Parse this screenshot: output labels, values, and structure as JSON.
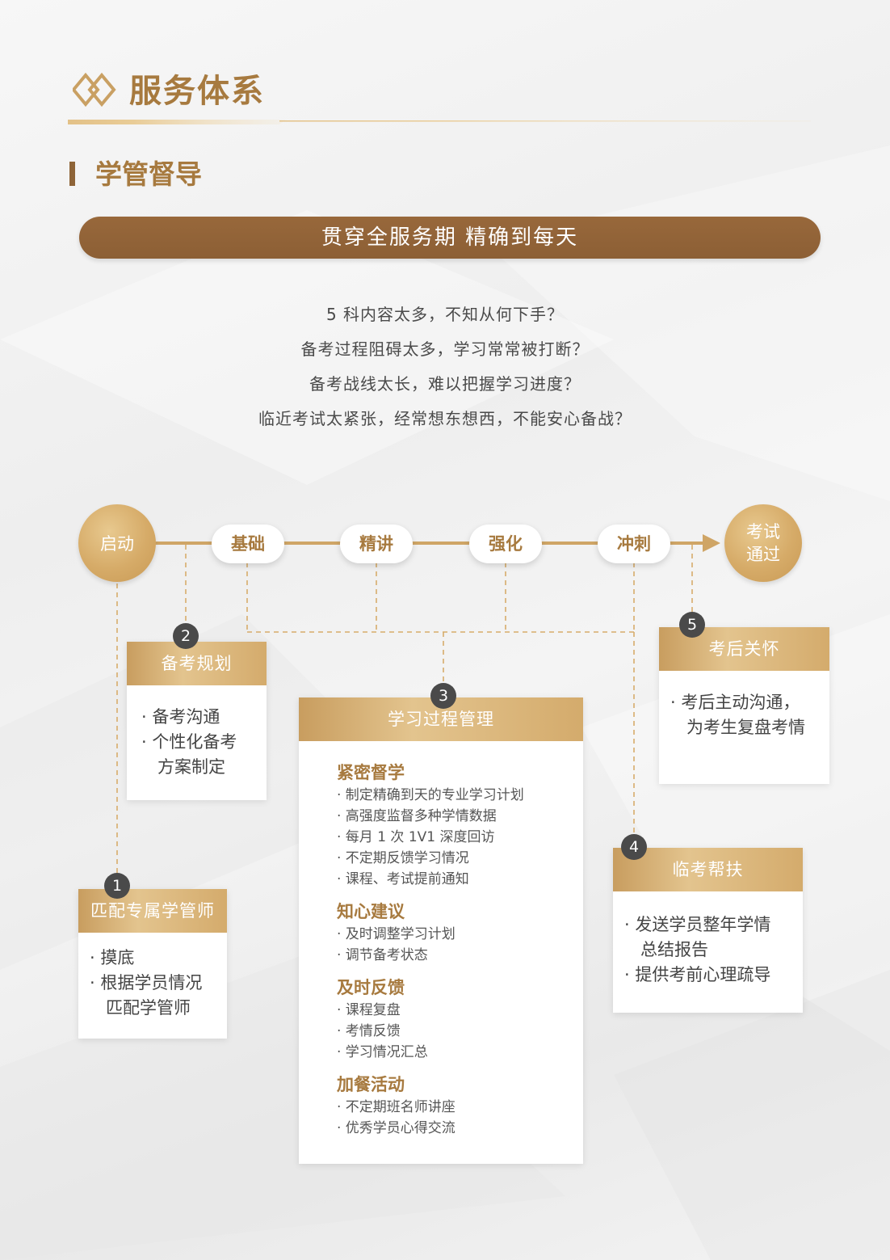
{
  "header": {
    "title": "服务体系",
    "section_title": "学管督导",
    "banner": "贯穿全服务期  精确到每天"
  },
  "questions": [
    "5 科内容太多，不知从何下手？",
    "备考过程阻碍太多，学习常常被打断？",
    "备考战线太长，难以把握学习进度？",
    "临近考试太紧张，经常想东想西，不能安心备战？"
  ],
  "timeline": {
    "start": "启动",
    "stages": [
      "基础",
      "精讲",
      "强化",
      "冲刺"
    ],
    "end": [
      "考试",
      "通过"
    ]
  },
  "steps": {
    "s1": {
      "num": "1",
      "title": "匹配专属学管师",
      "lines": [
        "· 摸底",
        "· 根据学员情况",
        "   匹配学管师"
      ]
    },
    "s2": {
      "num": "2",
      "title": "备考规划",
      "lines": [
        "· 备考沟通",
        "· 个性化备考",
        "   方案制定"
      ]
    },
    "s3": {
      "num": "3",
      "title": "学习过程管理",
      "groups": [
        {
          "title": "紧密督学",
          "items": [
            "· 制定精确到天的专业学习计划",
            "· 高强度监督多种学情数据",
            "· 每月 1 次 1V1 深度回访",
            "· 不定期反馈学习情况",
            "· 课程、考试提前通知"
          ]
        },
        {
          "title": "知心建议",
          "items": [
            "· 及时调整学习计划",
            "· 调节备考状态"
          ]
        },
        {
          "title": "及时反馈",
          "items": [
            "· 课程复盘",
            "· 考情反馈",
            "· 学习情况汇总"
          ]
        },
        {
          "title": "加餐活动",
          "items": [
            "· 不定期班名师讲座",
            "· 优秀学员心得交流"
          ]
        }
      ]
    },
    "s4": {
      "num": "4",
      "title": "临考帮扶",
      "lines": [
        "· 发送学员整年学情",
        "   总结报告",
        "· 提供考前心理疏导"
      ]
    },
    "s5": {
      "num": "5",
      "title": "考后关怀",
      "lines": [
        "· 考后主动沟通，",
        "   为考生复盘考情"
      ]
    }
  }
}
